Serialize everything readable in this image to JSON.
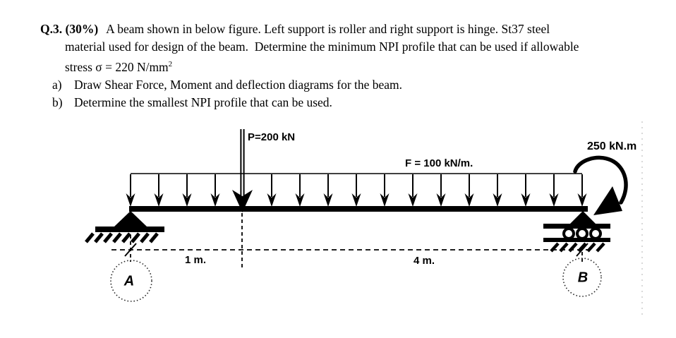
{
  "question": {
    "label": "Q.3. (30%)",
    "line1": "A beam shown in below figure. Left support is roller and right support is hinge. St37 steel",
    "line2": "material used for design of the beam.  Determine the minimum NPI profile that can be used if allowable",
    "line3": "stress σ = 220 N/mm",
    "line3_sup": "2",
    "item_a_marker": "a)",
    "item_a": "Draw Shear Force, Moment and deflection diagrams for the beam.",
    "item_b_marker": "b)",
    "item_b": "Determine the smallest NPI profile that can be used."
  },
  "figure": {
    "point_load": "P=200 kN",
    "distributed_load": "F = 100 kN/m.",
    "moment": "250 kN.m",
    "dim_left": "1 m.",
    "dim_right": "4 m.",
    "node_left": "A",
    "node_right": "B",
    "ink_color": "#000000",
    "background_color": "#ffffff"
  }
}
